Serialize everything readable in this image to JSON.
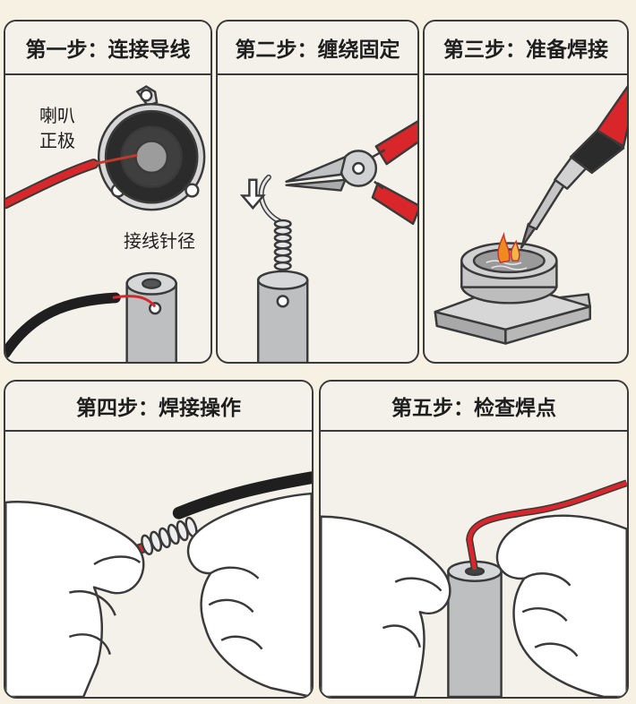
{
  "colors": {
    "background": "#f7f1e3",
    "panel": "#f4f1eb",
    "outline": "#3a3a3a",
    "wire_red": "#d8262b",
    "wire_black": "#1f1f1f",
    "metal": "#b9bbbd",
    "flame": "#f08a1e"
  },
  "panels": [
    {
      "title": "第一步：连接导线",
      "labels": {
        "speaker_line1": "喇叭",
        "speaker_line2": "正极",
        "terminal": "接线针径"
      }
    },
    {
      "title": "第二步：缠绕固定"
    },
    {
      "title": "第三步：准备焊接"
    },
    {
      "title": "第四步：焊接操作"
    },
    {
      "title": "第五步：检查焊点"
    }
  ],
  "icons": [
    "speaker-icon",
    "pliers-icon",
    "soldering-iron-icon",
    "solder-pot-icon",
    "hand-icon",
    "down-arrow-icon"
  ]
}
